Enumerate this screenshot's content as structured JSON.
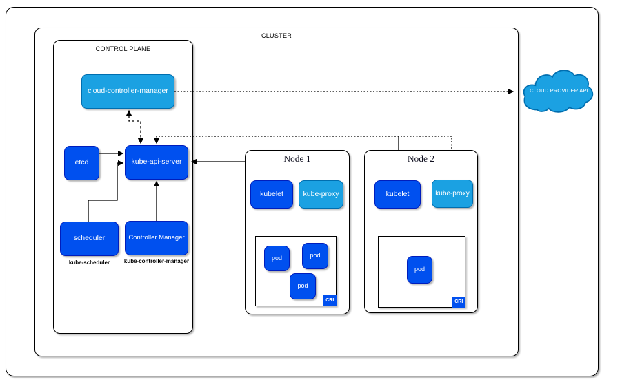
{
  "colors": {
    "blue": "#0050EF",
    "blue_stroke": "#001DBC",
    "light_blue": "#1BA1E2",
    "light_blue_stroke": "#006EAF",
    "edge": "#000000"
  },
  "cluster": {
    "label": "CLUSTER"
  },
  "control_plane": {
    "label": "CONTROL PLANE",
    "cloud_controller_manager": {
      "label": "cloud-controller-manager"
    },
    "etcd": {
      "label": "etcd"
    },
    "kube_api_server": {
      "label": "kube-api-server"
    },
    "scheduler": {
      "label": "scheduler",
      "sublabel": "kube-scheduler"
    },
    "controller_manager": {
      "label": "Controller Manager",
      "sublabel": "kube-controller-manager"
    }
  },
  "node1": {
    "title": "Node 1",
    "kubelet": "kubelet",
    "kube_proxy": "kube-proxy",
    "pods": [
      "pod",
      "pod",
      "pod"
    ],
    "cri_label": "CRI"
  },
  "node2": {
    "title": "Node 2",
    "kubelet": "kubelet",
    "kube_proxy": "kube-proxy",
    "pods": [
      "pod"
    ],
    "cri_label": "CRI"
  },
  "cloud": {
    "label": "CLOUD PROVIDER API"
  }
}
